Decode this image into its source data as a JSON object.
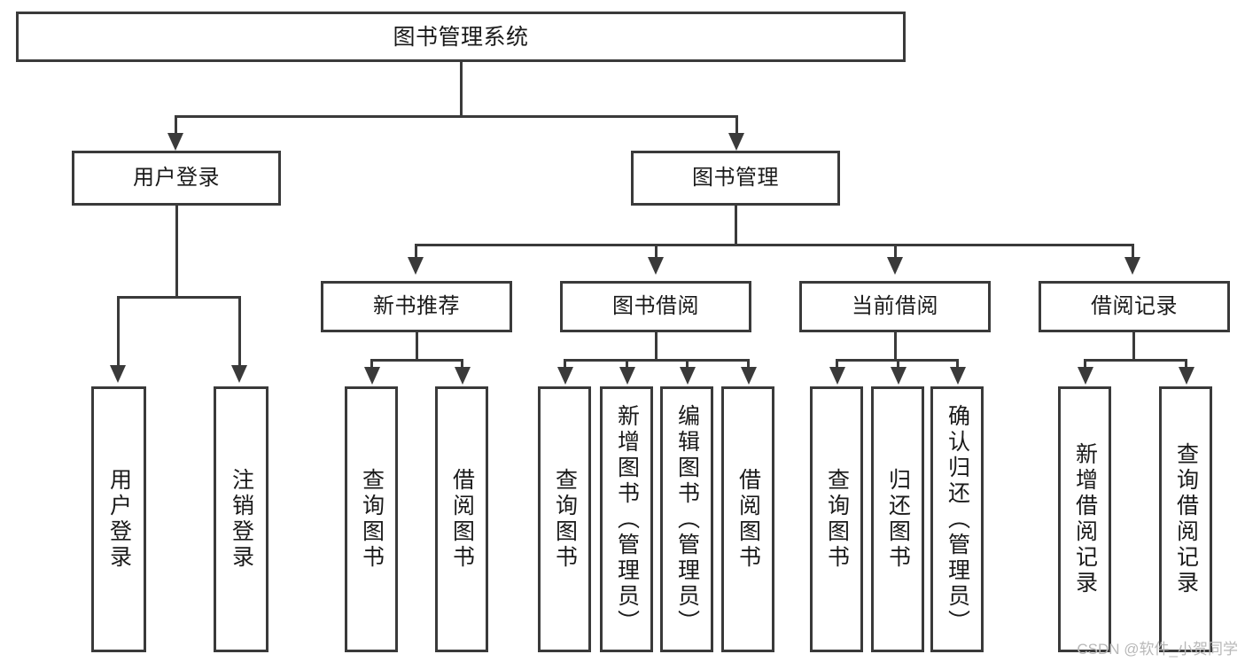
{
  "diagram": {
    "title": "图书管理系统",
    "root": {
      "label": "图书管理系统"
    },
    "level2": [
      {
        "label": "用户登录"
      },
      {
        "label": "图书管理"
      }
    ],
    "level3": [
      {
        "label": "新书推荐"
      },
      {
        "label": "图书借阅"
      },
      {
        "label": "当前借阅"
      },
      {
        "label": "借阅记录"
      }
    ],
    "leaves": [
      {
        "label": "用户登录"
      },
      {
        "label": "注销登录"
      },
      {
        "label": "查询图书"
      },
      {
        "label": "借阅图书"
      },
      {
        "label": "查询图书"
      },
      {
        "label": "新增图书（管理员）"
      },
      {
        "label": "编辑图书（管理员）"
      },
      {
        "label": "借阅图书"
      },
      {
        "label": "查询图书"
      },
      {
        "label": "归还图书"
      },
      {
        "label": "确认归还（管理员）"
      },
      {
        "label": "新增借阅记录"
      },
      {
        "label": "查询借阅记录"
      }
    ]
  },
  "watermark": {
    "text": "CSDN @软件_小贺同学"
  },
  "colors": {
    "stroke": "#3a3a3a",
    "fill": "#ffffff",
    "text": "#1a1a1a",
    "watermark": "#b8b8b8"
  }
}
